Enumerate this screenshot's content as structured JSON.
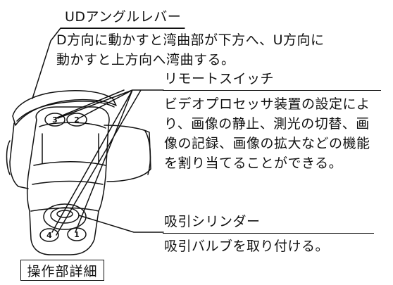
{
  "callouts": {
    "ud_lever": {
      "title": "UDアングルレバー",
      "description": [
        "D方向に動かすと湾曲部が下方へ、U方向に",
        "動かすと上方向へ湾曲する。"
      ]
    },
    "remote_switch": {
      "title": "リモートスイッチ",
      "description": [
        "ビデオプロセッサ装置の設定によ",
        "り、画像の静止、測光の切替、画",
        "像の記録、画像の拡大などの機能",
        "を割り当てることができる。"
      ]
    },
    "suction_cylinder": {
      "title": "吸引シリンダー",
      "description": [
        "吸引バルブを取り付ける。"
      ]
    }
  },
  "switch_numbers": [
    "3",
    "2",
    "4",
    "1"
  ],
  "caption": "操作部詳細"
}
